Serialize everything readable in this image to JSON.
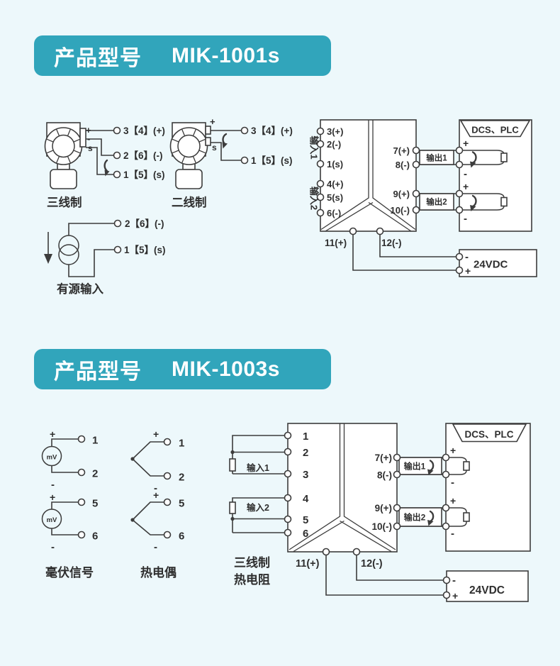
{
  "page": {
    "colors": {
      "accent": "#31a5bb",
      "bg": "#edf8fb",
      "ink": "#3c3c3c"
    }
  },
  "section1": {
    "title": "产品型号",
    "model": "MIK-1001s",
    "three_wire": {
      "caption": "三线制",
      "plus": "+",
      "minus": "-",
      "sense": "s",
      "terminal1": "3【4】(+)",
      "terminal2": "2【6】(-)",
      "terminal3": "1【5】(s)"
    },
    "two_wire": {
      "caption": "二线制",
      "plus": "+",
      "sense": "s",
      "terminal1": "3【4】(+)",
      "terminal2": "1【5】(s)"
    },
    "active_input": {
      "caption": "有源输入",
      "terminal1": "2【6】(-)",
      "terminal2": "1【5】(s)"
    },
    "isolator": {
      "input1_label": "输入1",
      "input2_label": "输入2",
      "in_terminals": [
        "3(+)",
        "2(-)",
        "1(s)",
        "4(+)",
        "5(s)",
        "6(-)"
      ],
      "out_terminals": [
        "7(+)",
        "8(-)",
        "9(+)",
        "10(-)"
      ],
      "output1_label": "输出1",
      "output2_label": "输出2",
      "power_plus": "11(+)",
      "power_minus": "12(-)",
      "dcs_label": "DCS、PLC",
      "supply_label": "24VDC",
      "plus": "+",
      "minus": "-"
    }
  },
  "section2": {
    "title": "产品型号",
    "model": "MIK-1003s",
    "millivolt": {
      "caption": "毫伏信号",
      "source": "mV",
      "t1": "1",
      "t2": "2",
      "t3": "5",
      "t4": "6",
      "plus": "+",
      "minus": "-"
    },
    "thermocouple": {
      "caption": "热电偶",
      "t1": "1",
      "t2": "2",
      "t3": "5",
      "t4": "6",
      "plus": "+",
      "minus": "-"
    },
    "rtd": {
      "caption1": "三线制",
      "caption2": "热电阻"
    },
    "isolator": {
      "in_terminals": [
        "1",
        "2",
        "3",
        "4",
        "5",
        "6"
      ],
      "input1_label": "输入1",
      "input2_label": "输入2",
      "out_terminals": [
        "7(+)",
        "8(-)",
        "9(+)",
        "10(-)"
      ],
      "output1_label": "输出1",
      "output2_label": "输出2",
      "power_plus": "11(+)",
      "power_minus": "12(-)",
      "dcs_label": "DCS、PLC",
      "supply_label": "24VDC",
      "plus": "+",
      "minus": "-"
    }
  }
}
